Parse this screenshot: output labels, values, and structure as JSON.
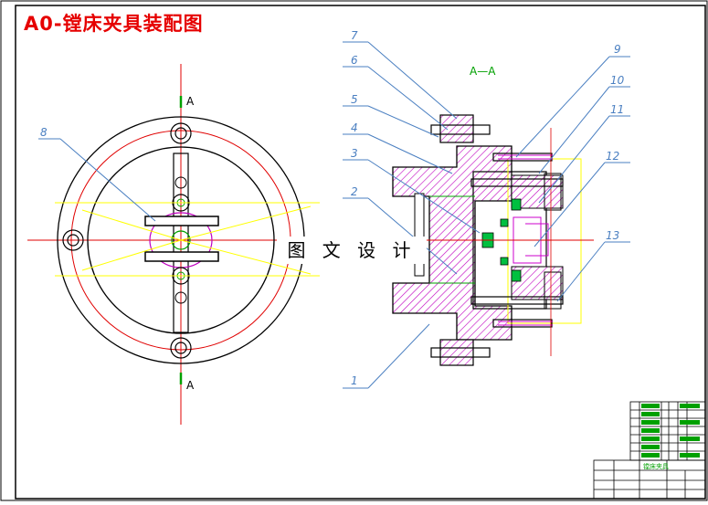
{
  "title": "A0-镗床夹具装配图",
  "center_label": "图 文 设 计",
  "section_marks": {
    "top": "A",
    "bottom": "A",
    "view_label": "A—A"
  },
  "callouts": [
    "1",
    "2",
    "3",
    "4",
    "5",
    "6",
    "7",
    "8",
    "9",
    "10",
    "11",
    "12",
    "13"
  ],
  "title_block": {
    "name": "镗床夹具"
  },
  "colors": {
    "title": "#e60000",
    "callout": "#4a7fc1",
    "red_line": "#e00000",
    "yellow_line": "#ffff00",
    "green": "#00b050",
    "magenta": "#cc00cc",
    "hatch": "#b000b0"
  }
}
